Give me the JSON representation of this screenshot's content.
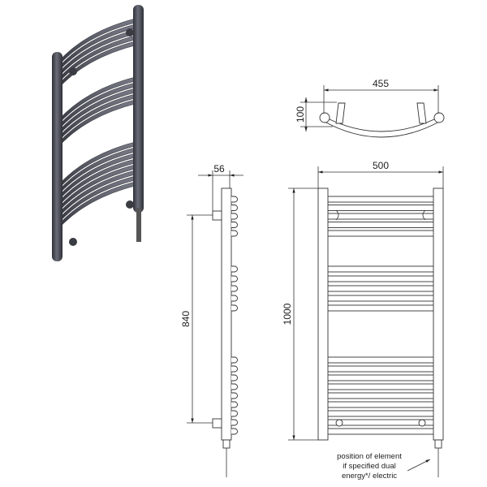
{
  "dimensions": {
    "top_width": "455",
    "top_depth": "100",
    "side_depth": "56",
    "pipe_centres": "840",
    "front_width": "500",
    "front_height": "1000"
  },
  "note": {
    "lines": [
      "position of element",
      "if specified dual",
      "energy*/ electric"
    ]
  },
  "colors": {
    "render_body": "#4a4d57",
    "line": "#333333"
  }
}
